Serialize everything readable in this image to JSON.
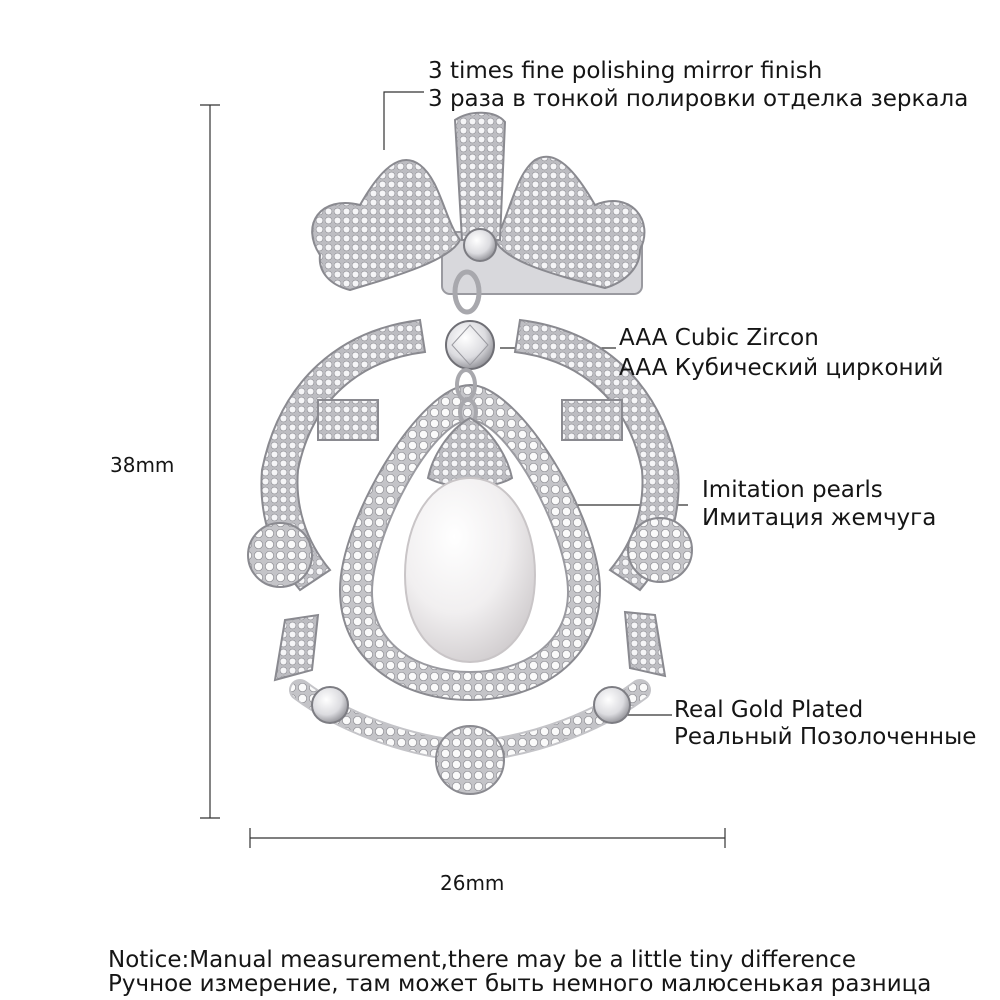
{
  "annotations": {
    "polish": {
      "en": "3 times fine polishing mirror finish",
      "ru": "3 раза в тонкой полировки отделка зеркала"
    },
    "zircon": {
      "en": "AAA Cubic Zircon",
      "ru": "AAA Кубический цирконий"
    },
    "pearl": {
      "en": "Imitation pearls",
      "ru": "Имитация жемчуга"
    },
    "plating": {
      "en": "Real Gold Plated",
      "ru": "Реальный Позолоченные"
    }
  },
  "dimensions": {
    "height": "38mm",
    "width": "26mm"
  },
  "notice": {
    "en": "Notice:Manual measurement,there may be a little tiny difference",
    "ru": "Ручное измерение, там может быть немного малюсенькая разница"
  },
  "colors": {
    "background": "#ffffff",
    "metal": "#c8c8cc",
    "pearl": "#f1eff0",
    "text": "#151515"
  }
}
